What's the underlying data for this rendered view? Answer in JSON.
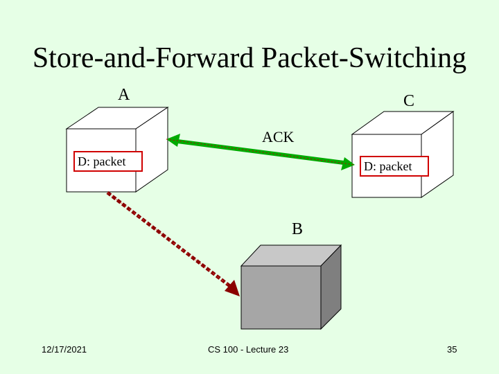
{
  "slide": {
    "title": "Store-and-Forward Packet-Switching"
  },
  "nodes": {
    "a": {
      "label": "A",
      "packet": "D: packet"
    },
    "c": {
      "label": "C",
      "packet": "D: packet"
    },
    "b": {
      "label": "B"
    }
  },
  "links": {
    "ack_label": "ACK"
  },
  "footer": {
    "date": "12/17/2021",
    "center": "CS 100 - Lecture 23",
    "page": "35"
  },
  "colors": {
    "background": "#e6ffe6",
    "ack_arrow": "#00aa00",
    "transfer_arrow": "#8b0000",
    "packet_border": "#d00000",
    "box_b_front": "#a6a6a6"
  }
}
